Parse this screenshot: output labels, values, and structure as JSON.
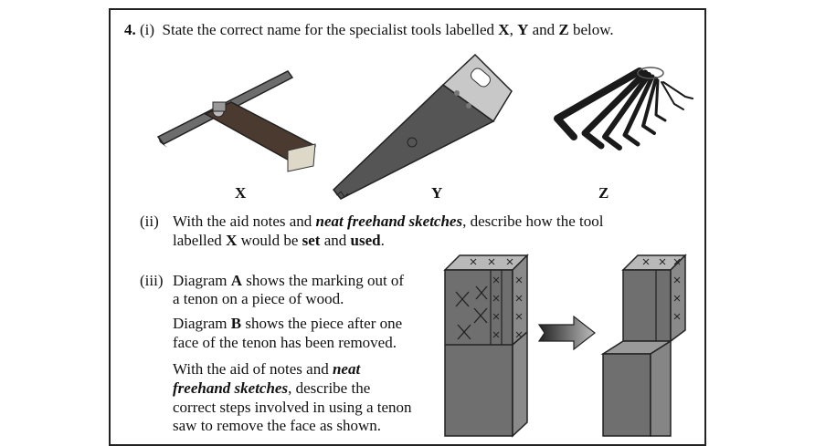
{
  "q_number": "4.",
  "part_i": {
    "label": "(i)",
    "text_before": "State the correct name for the specialist tools labelled ",
    "x": "X",
    "sep1": ", ",
    "y": "Y",
    "and": " and ",
    "z": "Z",
    "text_after": " below."
  },
  "tool_labels": {
    "x": "X",
    "y": "Y",
    "z": "Z"
  },
  "part_ii": {
    "label": "(ii)",
    "l1_a": "With the aid notes and ",
    "l1_b": "neat freehand sketches",
    "l1_c": ", describe how the tool",
    "l2_a": "labelled ",
    "l2_b": "X",
    "l2_c": " would be ",
    "l2_d": "set",
    "l2_e": " and ",
    "l2_f": "used",
    "l2_g": "."
  },
  "part_iii": {
    "label": "(iii)",
    "p1_l1_a": "Diagram ",
    "p1_l1_b": "A",
    "p1_l1_c": " shows the marking out of",
    "p1_l2": "a tenon on a piece of wood.",
    "p2_l1_a": "Diagram ",
    "p2_l1_b": "B",
    "p2_l1_c": " shows the piece after one",
    "p2_l2": "face of the tenon has been removed.",
    "p3_l1_a": "With the aid of notes and ",
    "p3_l1_b": "neat",
    "p3_l2_a": "freehand sketches",
    "p3_l2_b": ", describe the",
    "p3_l3": "correct steps involved in using a tenon",
    "p3_l4": "saw to remove the face as shown."
  }
}
